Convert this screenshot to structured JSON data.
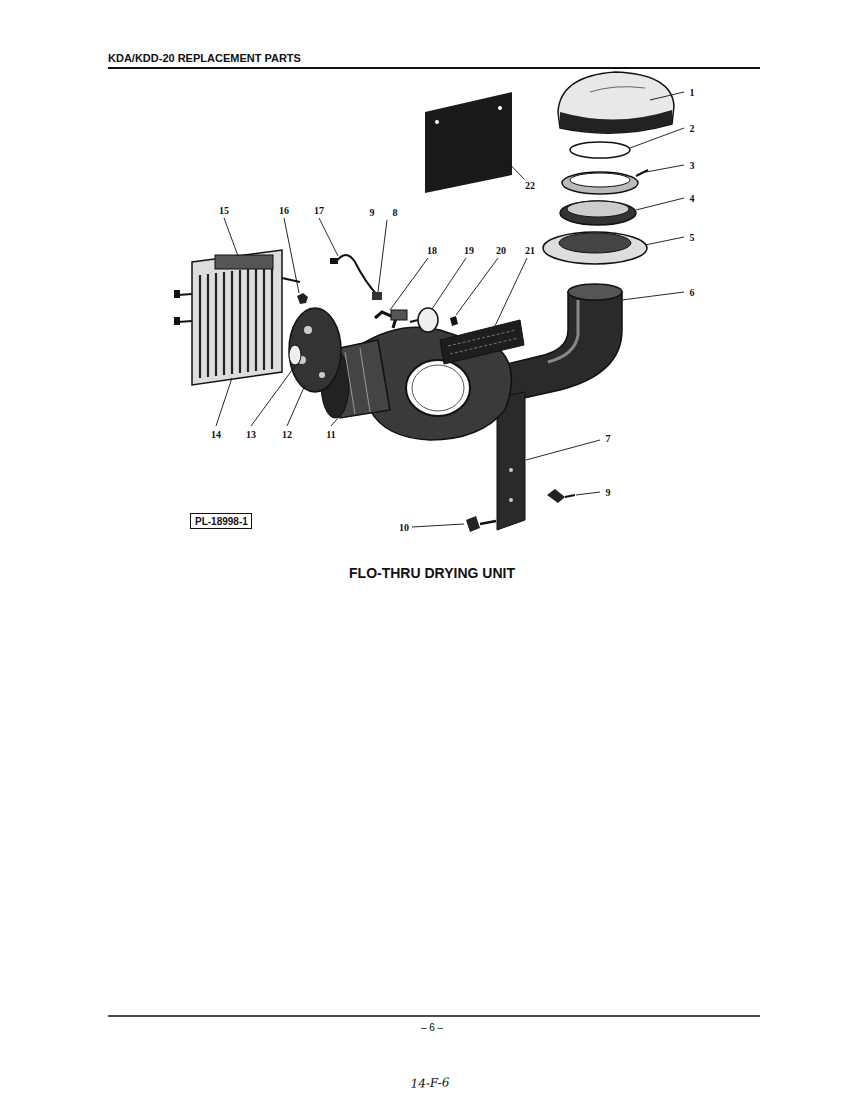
{
  "diagram": {
    "title": "KDA/KDD-20 REPLACEMENT PARTS",
    "caption": "FLO-THRU DRYING UNIT",
    "nodes": [
      {
        "text": [
          "PL-18998-1"
        ]
      }
    ],
    "labels": [
      "1",
      "2",
      "3",
      "4",
      "5",
      "6",
      "7",
      "8",
      "9",
      "10",
      "11",
      "12",
      "13",
      "14",
      "15",
      "16",
      "17",
      "18",
      "19",
      "20",
      "21",
      "22",
      "9",
      "– 6 –",
      "14-F-6"
    ]
  }
}
